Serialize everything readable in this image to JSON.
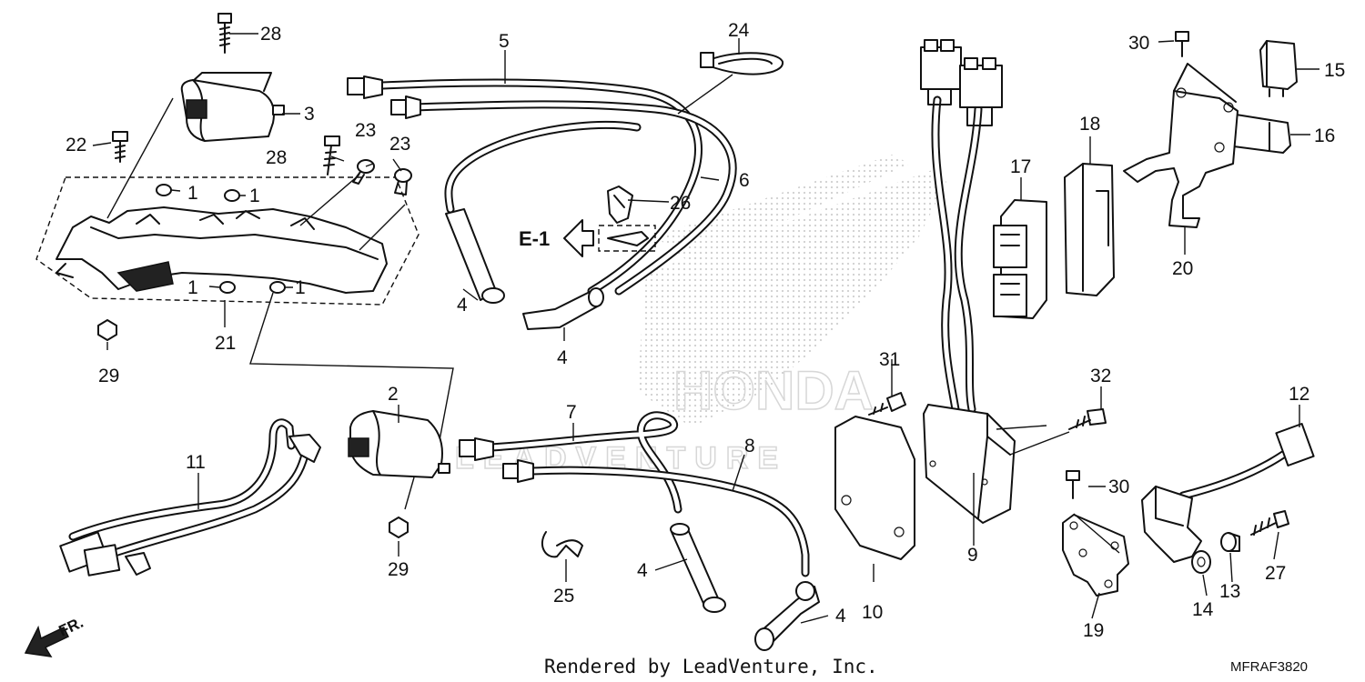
{
  "callouts": {
    "p1a": "1",
    "p1b": "1",
    "p1c": "1",
    "p1d": "1",
    "p2": "2",
    "p3": "3",
    "p4a": "4",
    "p4b": "4",
    "p4c": "4",
    "p4d": "4",
    "p5": "5",
    "p6": "6",
    "p7": "7",
    "p8": "8",
    "p9": "9",
    "p10": "10",
    "p11": "11",
    "p12": "12",
    "p13": "13",
    "p14": "14",
    "p15": "15",
    "p16": "16",
    "p17": "17",
    "p18": "18",
    "p19": "19",
    "p20": "20",
    "p21": "21",
    "p22": "22",
    "p23a": "23",
    "p23b": "23",
    "p24": "24",
    "p25": "25",
    "p26": "26",
    "p27": "27",
    "p28a": "28",
    "p28b": "28",
    "p29a": "29",
    "p29b": "29",
    "p30a": "30",
    "p30b": "30",
    "p31": "31",
    "p32": "32"
  },
  "reference": "E-1",
  "direction": "FR.",
  "footer": {
    "rendered_by": "Rendered by LeadVenture, Inc.",
    "diagram_code": "MFRAF3820"
  },
  "colors": {
    "line": "#111111",
    "watermark": "#d7d7d7"
  }
}
